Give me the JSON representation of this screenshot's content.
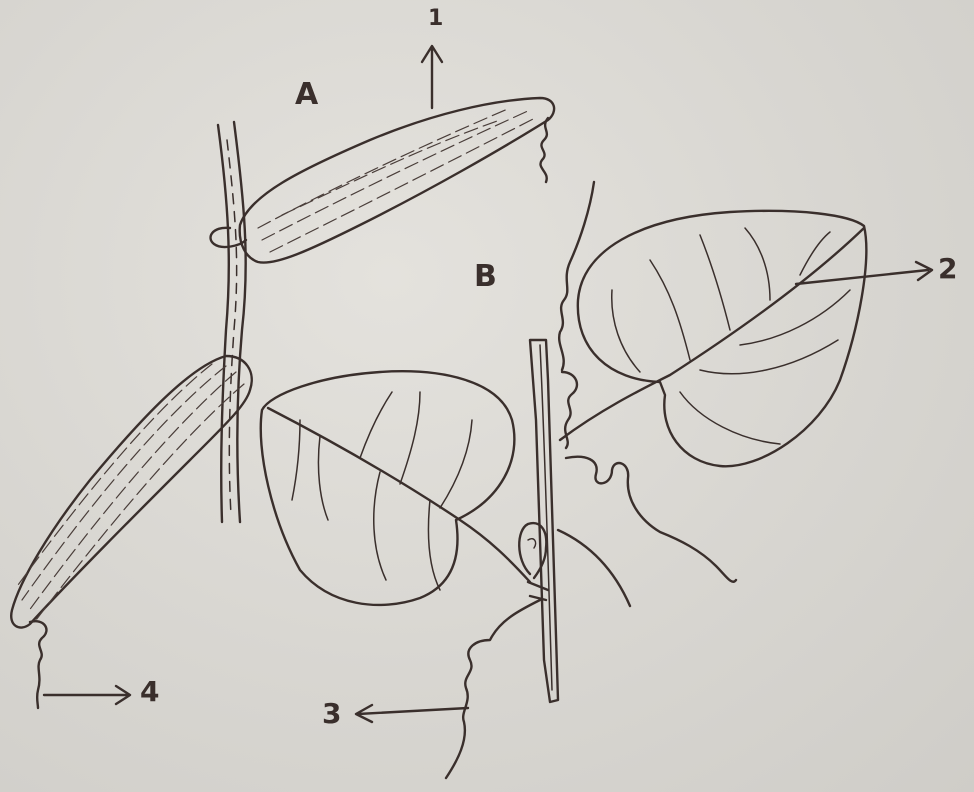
{
  "figure": {
    "part_labels": {
      "a": "A",
      "b": "B"
    },
    "number_labels": {
      "n1": "1",
      "n2": "2",
      "n3": "3",
      "n4": "4"
    }
  }
}
